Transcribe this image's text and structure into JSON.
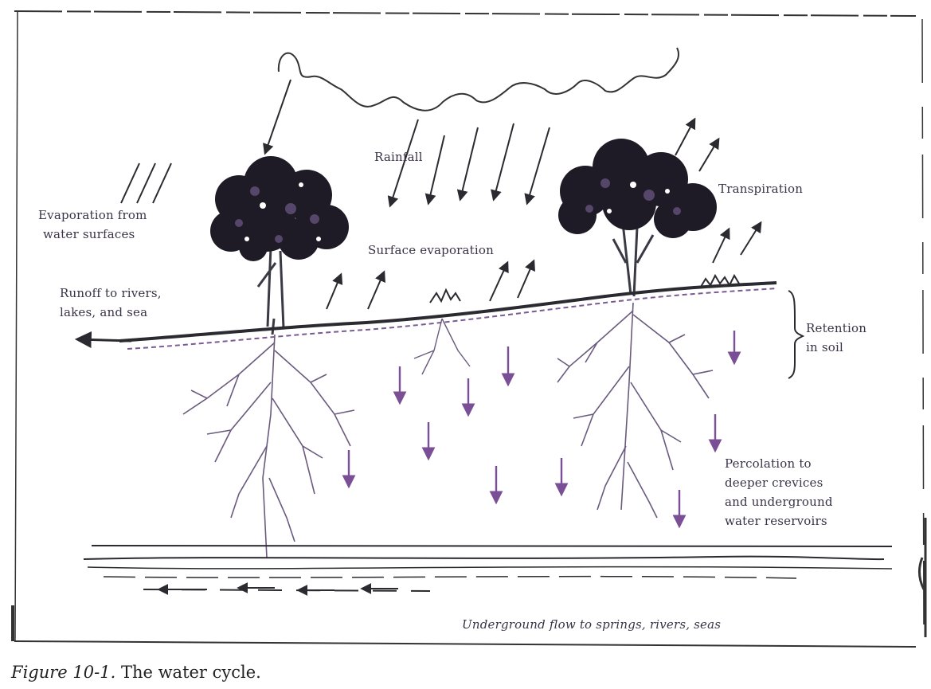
{
  "labels": {
    "rainfall": "Rainfall",
    "transpiration": "Transpiration",
    "evaporation_water": [
      "Evaporation from",
      "water surfaces"
    ],
    "surface_evaporation": "Surface evaporation",
    "runoff": [
      "Runoff to rivers,",
      "lakes, and sea"
    ],
    "retention": [
      "Retention",
      "in soil"
    ],
    "percolation": [
      "Percolation to",
      "deeper crevices",
      "and underground",
      "water reservoirs"
    ],
    "underground_flow": "Underground flow to springs, rivers, seas"
  },
  "caption": {
    "number": "Figure 10-1.",
    "text": "The water cycle."
  },
  "colors": {
    "ink": "#2a2a30",
    "root_purple": "#7a5a92",
    "arrow_purple": "#8a5aa0",
    "tree_dark": "#1e1a26"
  }
}
